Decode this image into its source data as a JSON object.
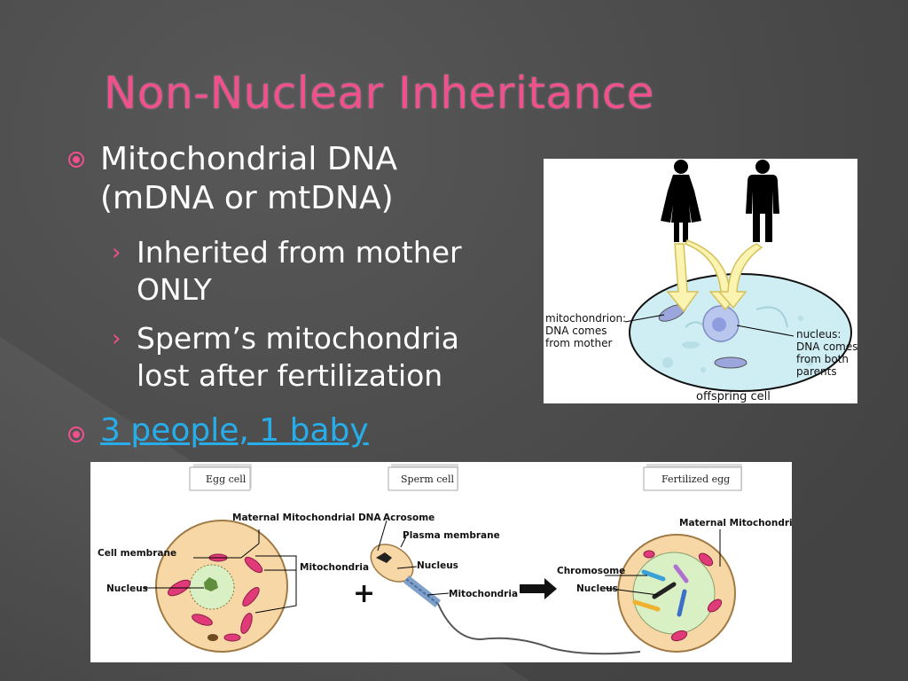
{
  "slide": {
    "title": "Non-Nuclear Inheritance",
    "bullets": [
      {
        "line1": "Mitochondrial DNA",
        "line2": "(mDNA or mtDNA)"
      },
      {
        "text": "3 people, 1 baby"
      }
    ],
    "sub_bullets": [
      {
        "line1": "Inherited from mother",
        "line2": "ONLY"
      },
      {
        "line1": "Sperm’s mitochondria",
        "line2": "lost after fertilization"
      }
    ]
  },
  "figure1": {
    "label_mito": [
      "mitochondrion:",
      "DNA comes",
      "from mother"
    ],
    "label_nucleus": [
      "nucleus:",
      "DNA comes",
      "from both",
      "parents"
    ],
    "caption": "offspring cell"
  },
  "figure2": {
    "tags": {
      "egg": "Egg cell",
      "sperm": "Sperm cell",
      "fertilized": "Fertilized egg"
    },
    "labels": {
      "maternal_mtdna": "Maternal Mitochondrial DNA",
      "cell_membrane": "Cell membrane",
      "nucleus_egg": "Nucleus",
      "mitochondria_egg": "Mitochondria",
      "acrosome": "Acrosome",
      "plasma_membrane": "Plasma membrane",
      "nucleus_sperm": "Nucleus",
      "mitochondria_sperm": "Mitochondria",
      "maternal_mito": "Maternal Mitochondria",
      "chromosome": "Chromosome",
      "nucleus_fert": "Nucleus"
    },
    "symbols": {
      "plus": "+"
    }
  },
  "colors": {
    "accent": "#f0508c",
    "link": "#27aeea",
    "background": "#4f4f4f"
  }
}
